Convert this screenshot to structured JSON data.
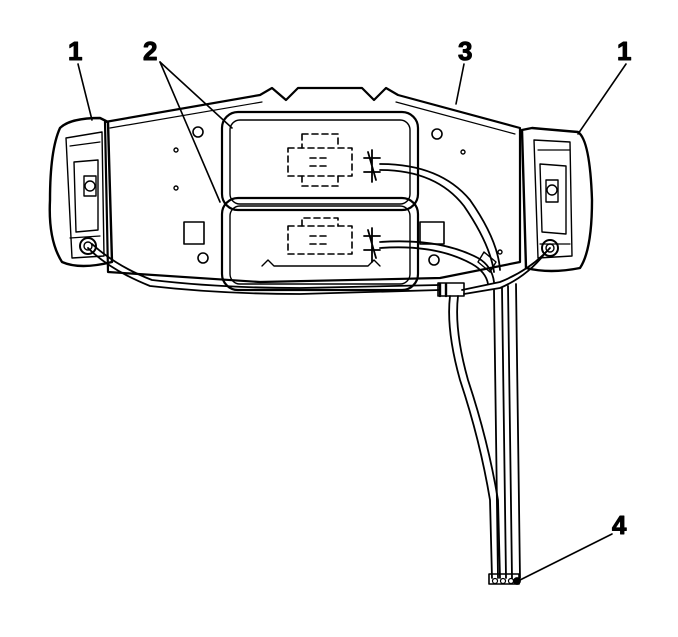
{
  "diagram": {
    "callouts": {
      "lamp_left": "1",
      "lamp_right": "1",
      "lamp_housing": "2",
      "bracket": "3",
      "wiring_harness": "4"
    },
    "colors": {
      "line": "#000000",
      "background": "#ffffff"
    }
  }
}
